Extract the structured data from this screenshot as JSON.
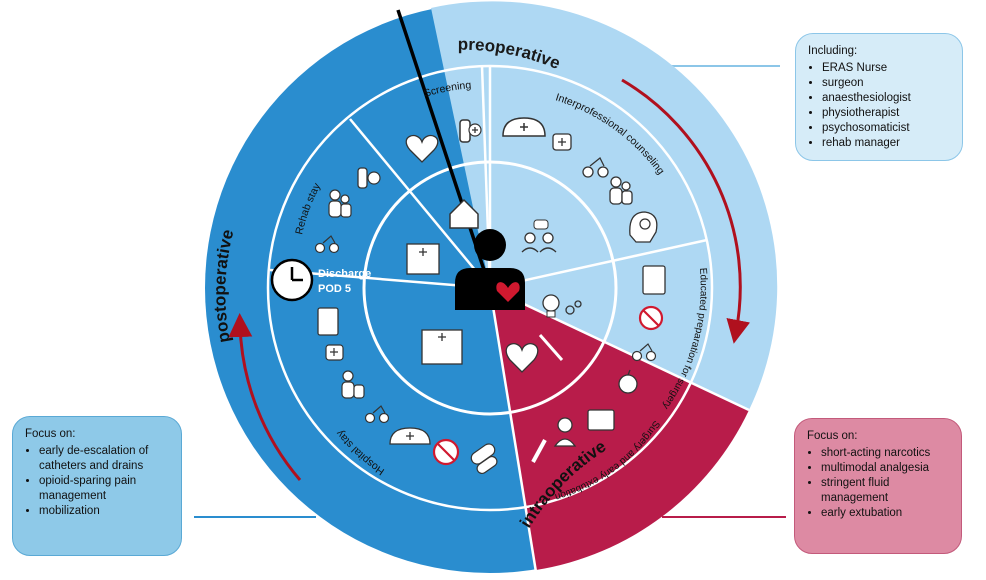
{
  "phases": {
    "preoperative": "preoperative",
    "postoperative": "postoperative",
    "intraoperative": "intraoperative"
  },
  "segments": {
    "screening": "Screening",
    "interprofessional_counseling": "Interprofessional counseling",
    "educated_preparation": "Educated preparation for surgery",
    "surgery_extubation": "Surgery and early extubation",
    "hospital_stay": "Hospital stay",
    "rehab_stay": "Rehab stay",
    "discharge": "Discharge",
    "pod": "POD 5"
  },
  "including_box": {
    "title": "Including:",
    "items": [
      "ERAS Nurse",
      "surgeon",
      "anaesthesiologist",
      "physiotherapist",
      "psychosomaticist",
      "rehab manager"
    ]
  },
  "postoperative_box": {
    "title": "Focus on:",
    "items": [
      "early de-escalation of catheters and drains",
      "opioid-sparing pain management",
      "mobilization"
    ]
  },
  "intraoperative_box": {
    "title": "Focus on:",
    "items": [
      "short-acting narcotics",
      " multimodal analgesia",
      " stringent fluid management",
      "early extubation"
    ]
  },
  "colors": {
    "dark_blue": "#2a8dcf",
    "light_blue": "#aed8f3",
    "crimson": "#b81c4a",
    "arrow_red": "#b0101e"
  }
}
